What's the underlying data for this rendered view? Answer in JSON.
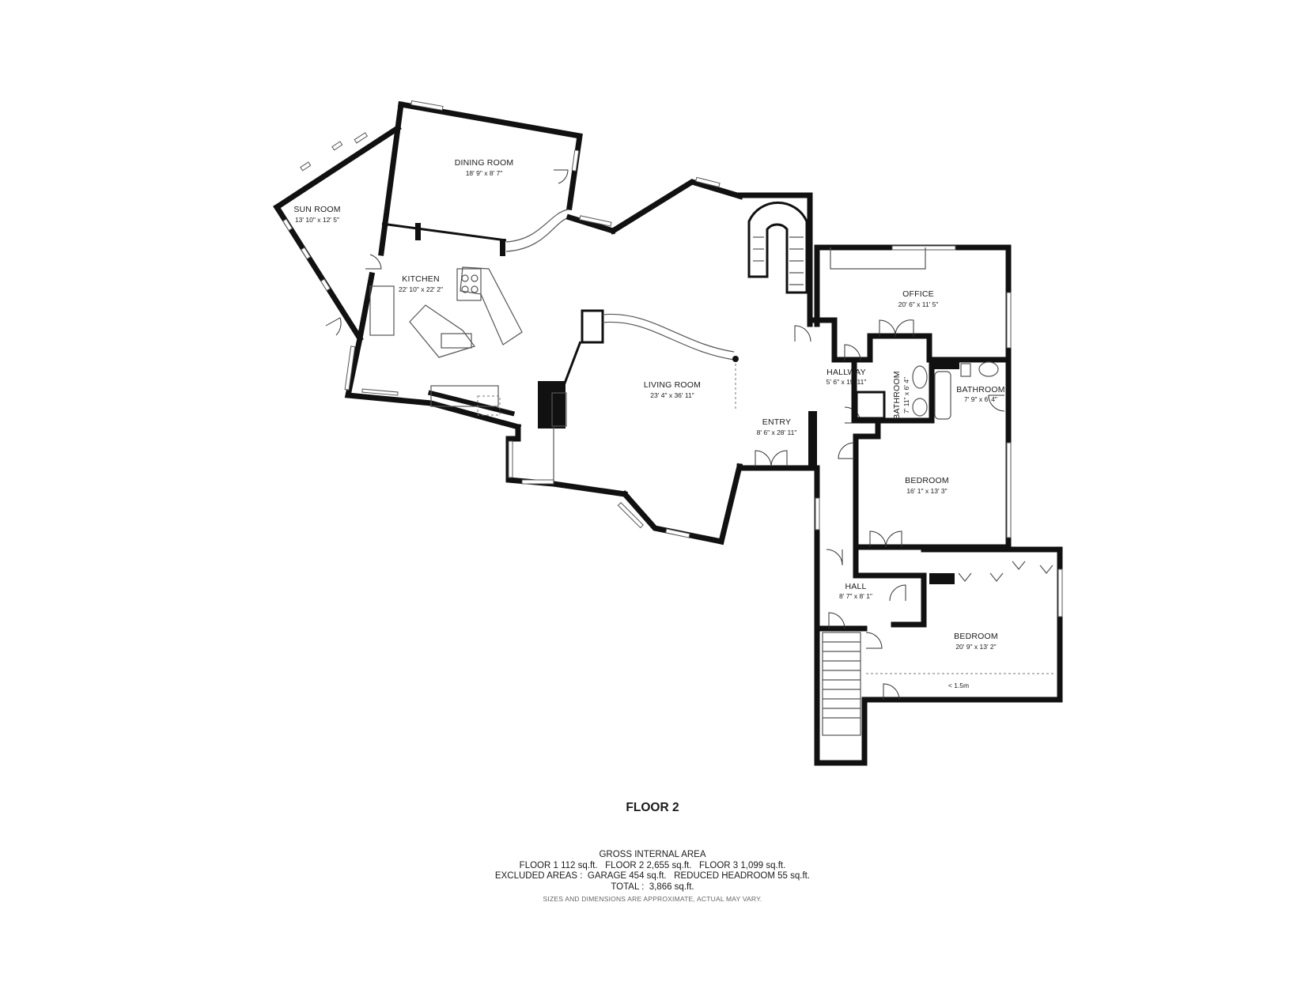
{
  "floor_title": "FLOOR 2",
  "rooms": [
    {
      "id": "sun-room",
      "name": "SUN ROOM",
      "dims": "13' 10\" x 12' 5\""
    },
    {
      "id": "dining-room",
      "name": "DINING ROOM",
      "dims": "18' 9\" x 8' 7\""
    },
    {
      "id": "kitchen",
      "name": "KITCHEN",
      "dims": "22' 10\" x 22' 2\""
    },
    {
      "id": "living-room",
      "name": "LIVING ROOM",
      "dims": "23' 4\" x 36' 11\""
    },
    {
      "id": "office",
      "name": "OFFICE",
      "dims": "20' 6\" x 11' 5\""
    },
    {
      "id": "hallway",
      "name": "HALLWAY",
      "dims": "5' 6\" x 19' 11\""
    },
    {
      "id": "bathroom-left",
      "name": "BATHROOM",
      "dims": "7' 11\" x 6' 4\""
    },
    {
      "id": "bathroom-right",
      "name": "BATHROOM",
      "dims": "7' 9\" x 6' 4\""
    },
    {
      "id": "entry",
      "name": "ENTRY",
      "dims": "8' 6\" x 28' 11\""
    },
    {
      "id": "bedroom-1",
      "name": "BEDROOM",
      "dims": "16' 1\" x 13' 3\""
    },
    {
      "id": "hall",
      "name": "HALL",
      "dims": "8' 7\" x 8' 1\""
    },
    {
      "id": "bedroom-2",
      "name": "BEDROOM",
      "dims": "20' 9\" x 13' 2\""
    }
  ],
  "annotations": {
    "reduced_headroom": "< 1.5m"
  },
  "area_summary": {
    "heading": "GROSS INTERNAL AREA",
    "floors_line": "FLOOR 1 112 sq.ft.   FLOOR 2 2,655 sq.ft.   FLOOR 3 1,099 sq.ft.",
    "excluded_line": "EXCLUDED AREAS :  GARAGE 454 sq.ft.   REDUCED HEADROOM 55 sq.ft.",
    "total_line": "TOTAL :  3,866 sq.ft.",
    "disclaimer": "SIZES AND DIMENSIONS ARE APPROXIMATE, ACTUAL MAY VARY."
  }
}
